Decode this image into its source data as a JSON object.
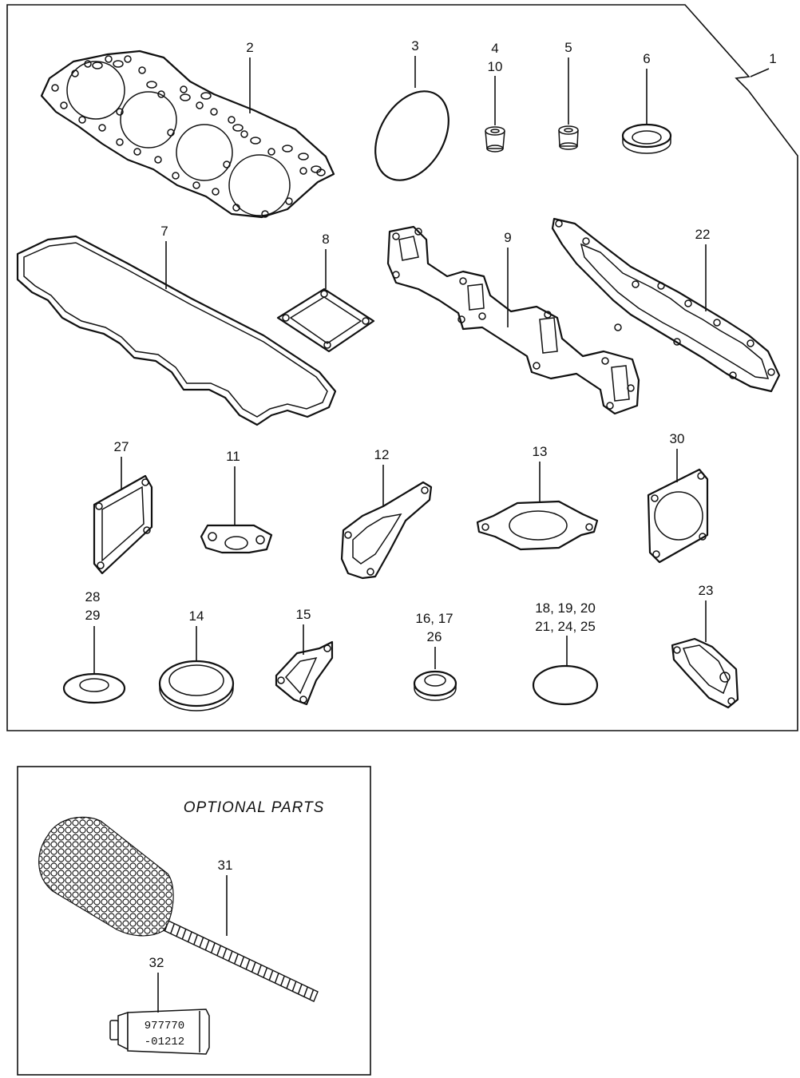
{
  "labels": {
    "p1": "1",
    "p2": "2",
    "p3": "3",
    "p4": "4",
    "p10": "10",
    "p5": "5",
    "p6": "6",
    "p7": "7",
    "p8": "8",
    "p9": "9",
    "p22": "22",
    "p27": "27",
    "p11": "11",
    "p12": "12",
    "p13": "13",
    "p30": "30",
    "p28": "28",
    "p29": "29",
    "p14": "14",
    "p15": "15",
    "p16_17": "16, 17",
    "p26": "26",
    "p18_20": "18, 19, 20",
    "p21_25": "21, 24, 25",
    "p23": "23",
    "p31": "31",
    "p32": "32"
  },
  "optional": {
    "title": "OPTIONAL PARTS",
    "tube_line1": "977770",
    "tube_line2": "-01212"
  }
}
